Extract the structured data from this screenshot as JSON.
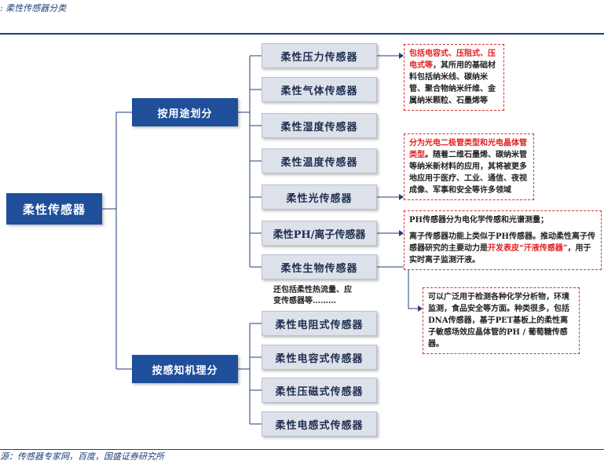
{
  "caption": ": 柔性传感器分类",
  "source": "源：传感器专家网，百度，国盛证券研究所",
  "root": "柔性传感器",
  "branch_use": "按用途划分",
  "branch_principle": "按感知机理分",
  "use_items": [
    "柔性压力传感器",
    "柔性气体传感器",
    "柔性湿度传感器",
    "柔性温度传感器",
    "柔性光传感器",
    "柔性PH/离子传感器",
    "柔性生物传感器"
  ],
  "principle_items": [
    "柔性电阻式传感器",
    "柔性电容式传感器",
    "柔性压磁式传感器",
    "柔性电感式传感器"
  ],
  "other_note": [
    "还包括柔性热流量、应",
    "变传感器等………"
  ],
  "note_pressure": {
    "red": "包括电容式、压阻式、压电式等",
    "text": "，其所用的基础材料包括纳米线、碳纳米管、聚合物纳米纤维、金属纳米颗粒、石墨烯等"
  },
  "note_light": {
    "red": "分为光电二极管类型和光电晶体管类型",
    "text": "。随着二维石墨烯、碳纳米管等纳米新材料的应用，其将被更多地应用于医疗、工业、通信、夜视成像、军事和安全等许多领域"
  },
  "note_ph": {
    "line1": "PH传感器分为电化学传感和光谱测量；",
    "line2a": "离子传感器功能上类似于PH传感器。推动柔性离子传感器研究的主要动力是",
    "line2red": "开发表皮“汗液传感器”",
    "line2b": "，用于实时离子监测汗液。"
  },
  "note_bio": "可以广泛用于检测各种化学分析物，环境监测，食品安全等方面。种类很多，包括DNA传感器，基于PET基板上的柔性离子敏感场效应晶体管的PH / 葡萄糖传感器。"
}
